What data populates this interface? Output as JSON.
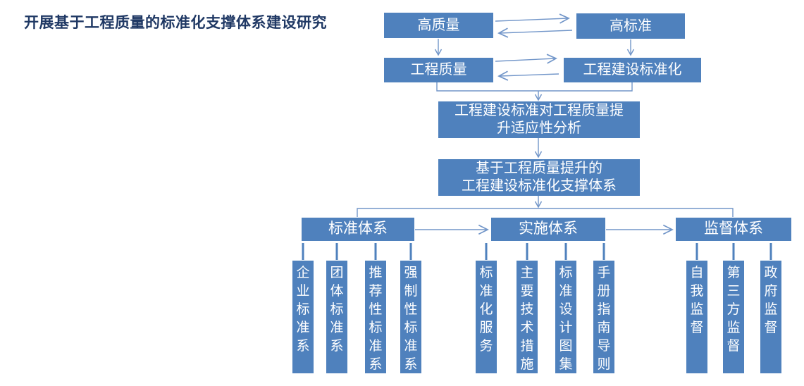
{
  "title": "开展基于工程质量的标准化支撑体系建设研究",
  "colors": {
    "box_fill": "#4F81BD",
    "connector": "#7296C9",
    "title_text": "#1F3864",
    "box_text": "#FFFFFF"
  },
  "top_flow": {
    "high_quality": "高质量",
    "high_standard": "高标准",
    "eng_quality": "工程质量",
    "eng_standardization": "工程建设标准化"
  },
  "analysis_box": {
    "line1": "工程建设标准对工程质量提",
    "line2": "升适应性分析"
  },
  "support_box": {
    "line1": "基于工程质量提升的",
    "line2": "工程建设标准化支撑体系"
  },
  "branches": [
    {
      "label": "标准体系",
      "children": [
        "企业标准系",
        "团体标准系",
        "推荐性标准系",
        "强制性标准系"
      ]
    },
    {
      "label": "实施体系",
      "children": [
        "标准化服务",
        "主要技术措施",
        "标准设计图集",
        "手册指南导则"
      ]
    },
    {
      "label": "监督体系",
      "children": [
        "自我监督",
        "第三方监督",
        "政府监督"
      ]
    }
  ]
}
